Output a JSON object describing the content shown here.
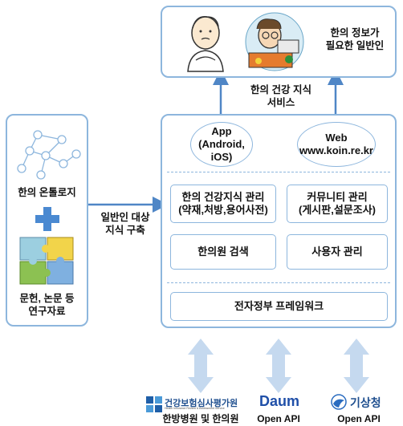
{
  "user_panel": {
    "label": "한의 정보가\n필요한 일반인"
  },
  "service_label": "한의 건강 지식\n서비스",
  "left_panel": {
    "ontology_label": "한의 온톨로지",
    "literature_label": "문헌, 논문 등\n연구자료"
  },
  "build_label": "일반인 대상\n지식 구축",
  "platform": {
    "app_label": "App\n(Android,\niOS)",
    "web_label": "Web\nwww.koin.re.kr",
    "knowledge_mgmt": "한의 건강지식 관리\n(약재,처방,용어사전)",
    "community_mgmt": "커뮤니티 관리\n(게시판,설문조사)",
    "clinic_search": "한의원 검색",
    "user_mgmt": "사용자 관리",
    "egov_framework": "전자정부 프레임워크"
  },
  "partners": [
    {
      "logo": "건강보험심사평가원",
      "logo_sub": "Health Insurance Review & Assessment Service",
      "caption": "한방병원 및 한의원"
    },
    {
      "logo": "Daum",
      "caption": "Open API"
    },
    {
      "logo": "기상청",
      "caption": "Open API"
    }
  ],
  "colors": {
    "border": "#8db6dd",
    "arrow": "#4f86c6",
    "block_arrow": "#c5d9ef",
    "plus": "#4a89d1"
  }
}
